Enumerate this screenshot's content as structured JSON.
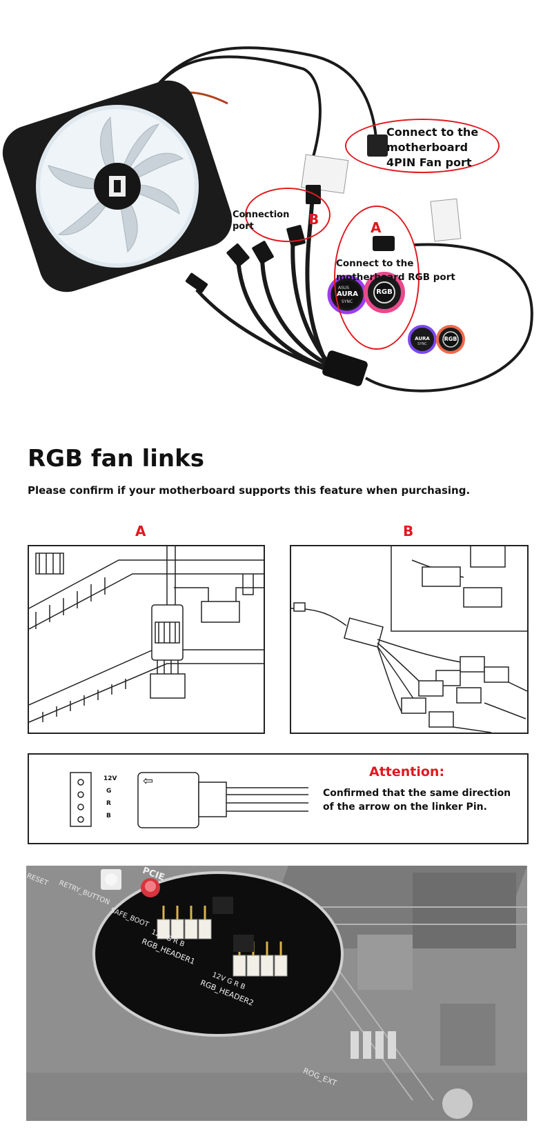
{
  "diagram_top": {
    "callout_fan_port": "Connect to the\nmotherboard\n4PIN Fan port",
    "callout_connection_port": "Connection\nport",
    "callout_rgb_port": "Connect to the\nmotherboard RGB port",
    "label_a": "A",
    "label_b": "B",
    "badge_aura": "AURA",
    "badge_sync": "SYNC",
    "badge_rgb": "RGB",
    "logo_asus": "ASUS",
    "accent_red": "#e0191f"
  },
  "section": {
    "title": "RGB fan links",
    "subtitle": "Please confirm if your motherboard supports this feature when purchasing."
  },
  "panels": {
    "label_a": "A",
    "label_b": "B"
  },
  "attention": {
    "title": "Attention:",
    "text": "Confirmed that the same direction\nof the arrow on the linker Pin.",
    "pins": [
      "12V",
      "G",
      "R",
      "B"
    ],
    "arrow_glyph": "⇦",
    "title_color": "#e0191f"
  },
  "photo": {
    "label_reset": "RESET",
    "label_retry": "RETRY_BUTTON",
    "label_safe_boot": "SAFE_BOOT",
    "label_pcie": "PCIE",
    "label_header1": "RGB_HEADER1",
    "label_header2": "RGB_HEADER2",
    "pin_labels": "12V G R B",
    "label_rog_ext": "ROG_EXT"
  }
}
